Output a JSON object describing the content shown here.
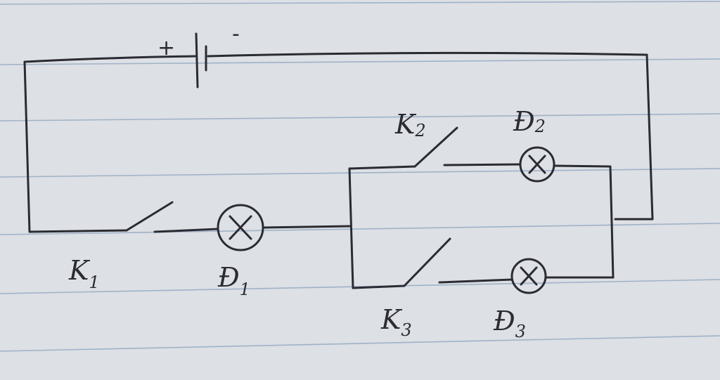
{
  "diagram": {
    "type": "hand-drawn electric circuit",
    "battery": {
      "plus": "+",
      "minus": "-"
    },
    "components": [
      {
        "id": "K1",
        "letter": "K",
        "sub": "1",
        "kind": "switch"
      },
      {
        "id": "D1",
        "letter": "Đ",
        "sub": "1",
        "kind": "lamp"
      },
      {
        "id": "K2",
        "letter": "K",
        "sub": "2",
        "kind": "switch"
      },
      {
        "id": "D2",
        "letter": "Đ",
        "sub": "2",
        "kind": "lamp"
      },
      {
        "id": "K3",
        "letter": "K",
        "sub": "3",
        "kind": "switch"
      },
      {
        "id": "D3",
        "letter": "Đ",
        "sub": "3",
        "kind": "lamp"
      }
    ],
    "colors": {
      "ink": "#2b2b33",
      "paper": "#dde0e4",
      "rule": "#9fb2c8"
    }
  }
}
